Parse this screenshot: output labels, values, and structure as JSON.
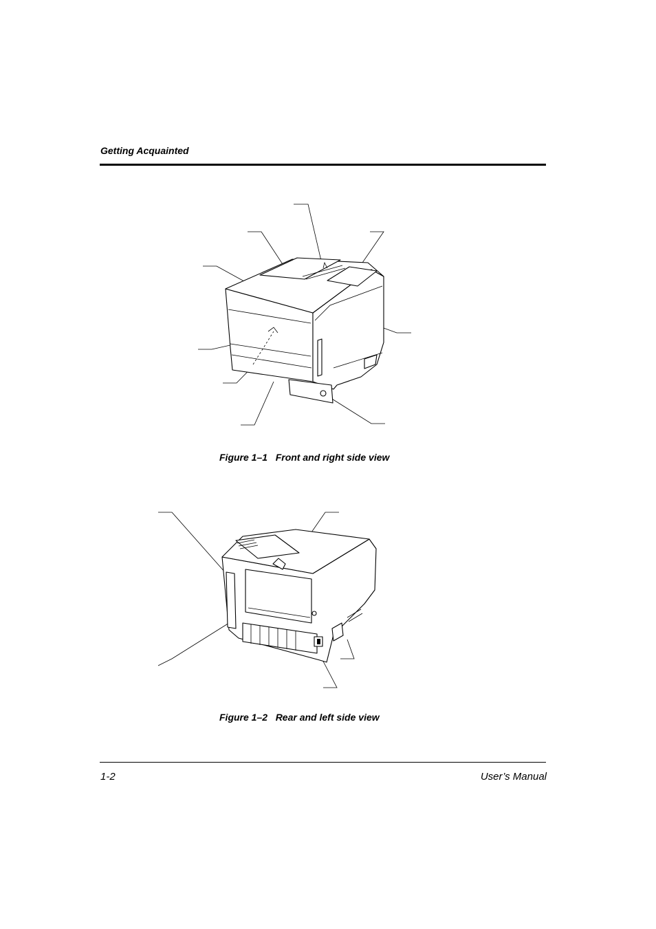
{
  "header": {
    "section_title": "Getting Acquainted"
  },
  "figures": [
    {
      "caption": "Figure 1–1   Front and right side view",
      "image": "printer-front-right-view"
    },
    {
      "caption": "Figure 1–2   Rear and left side view",
      "image": "printer-rear-left-view"
    }
  ],
  "footer": {
    "page_number": "1-2",
    "manual_title": "User’s Manual"
  }
}
